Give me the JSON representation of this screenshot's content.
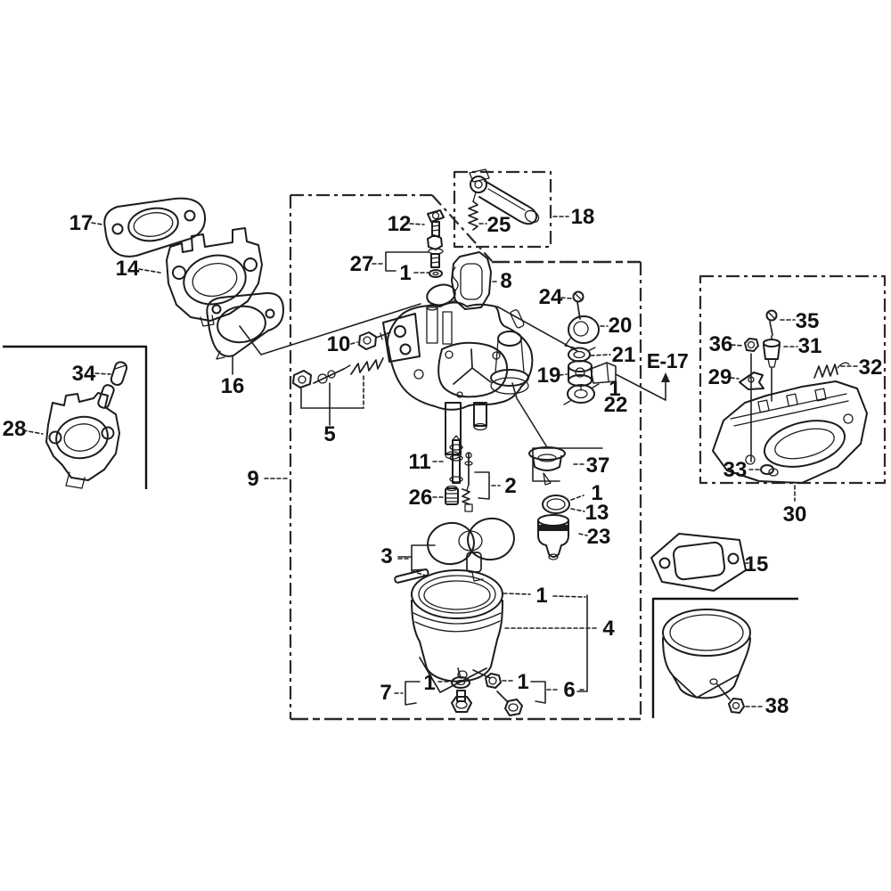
{
  "diagram": {
    "type": "exploded-parts-diagram",
    "subject": "Carburetor assembly",
    "reference_label": "E-17",
    "callouts": [
      {
        "ref": "17",
        "label": "17"
      },
      {
        "ref": "14",
        "label": "14"
      },
      {
        "ref": "16",
        "label": "16"
      },
      {
        "ref": "34",
        "label": "34"
      },
      {
        "ref": "28",
        "label": "28"
      },
      {
        "ref": "9",
        "label": "9"
      },
      {
        "ref": "12",
        "label": "12"
      },
      {
        "ref": "27",
        "label": "27"
      },
      {
        "ref": "1a",
        "label": "1"
      },
      {
        "ref": "25",
        "label": "25"
      },
      {
        "ref": "18",
        "label": "18"
      },
      {
        "ref": "8",
        "label": "8"
      },
      {
        "ref": "24",
        "label": "24"
      },
      {
        "ref": "20",
        "label": "20"
      },
      {
        "ref": "21",
        "label": "21"
      },
      {
        "ref": "19",
        "label": "19"
      },
      {
        "ref": "1b",
        "label": "1"
      },
      {
        "ref": "22",
        "label": "22"
      },
      {
        "ref": "e17",
        "label": "E-17"
      },
      {
        "ref": "10",
        "label": "10"
      },
      {
        "ref": "5",
        "label": "5"
      },
      {
        "ref": "11",
        "label": "11"
      },
      {
        "ref": "2",
        "label": "2"
      },
      {
        "ref": "26",
        "label": "26"
      },
      {
        "ref": "37",
        "label": "37"
      },
      {
        "ref": "1c",
        "label": "1"
      },
      {
        "ref": "13",
        "label": "13"
      },
      {
        "ref": "23",
        "label": "23"
      },
      {
        "ref": "3",
        "label": "3"
      },
      {
        "ref": "1d",
        "label": "1"
      },
      {
        "ref": "4",
        "label": "4"
      },
      {
        "ref": "7",
        "label": "7"
      },
      {
        "ref": "1e",
        "label": "1"
      },
      {
        "ref": "1f",
        "label": "1"
      },
      {
        "ref": "6",
        "label": "6"
      },
      {
        "ref": "15",
        "label": "15"
      },
      {
        "ref": "38",
        "label": "38"
      },
      {
        "ref": "30",
        "label": "30"
      },
      {
        "ref": "35",
        "label": "35"
      },
      {
        "ref": "36",
        "label": "36"
      },
      {
        "ref": "31",
        "label": "31"
      },
      {
        "ref": "29",
        "label": "29"
      },
      {
        "ref": "32",
        "label": "32"
      },
      {
        "ref": "33",
        "label": "33"
      }
    ]
  }
}
